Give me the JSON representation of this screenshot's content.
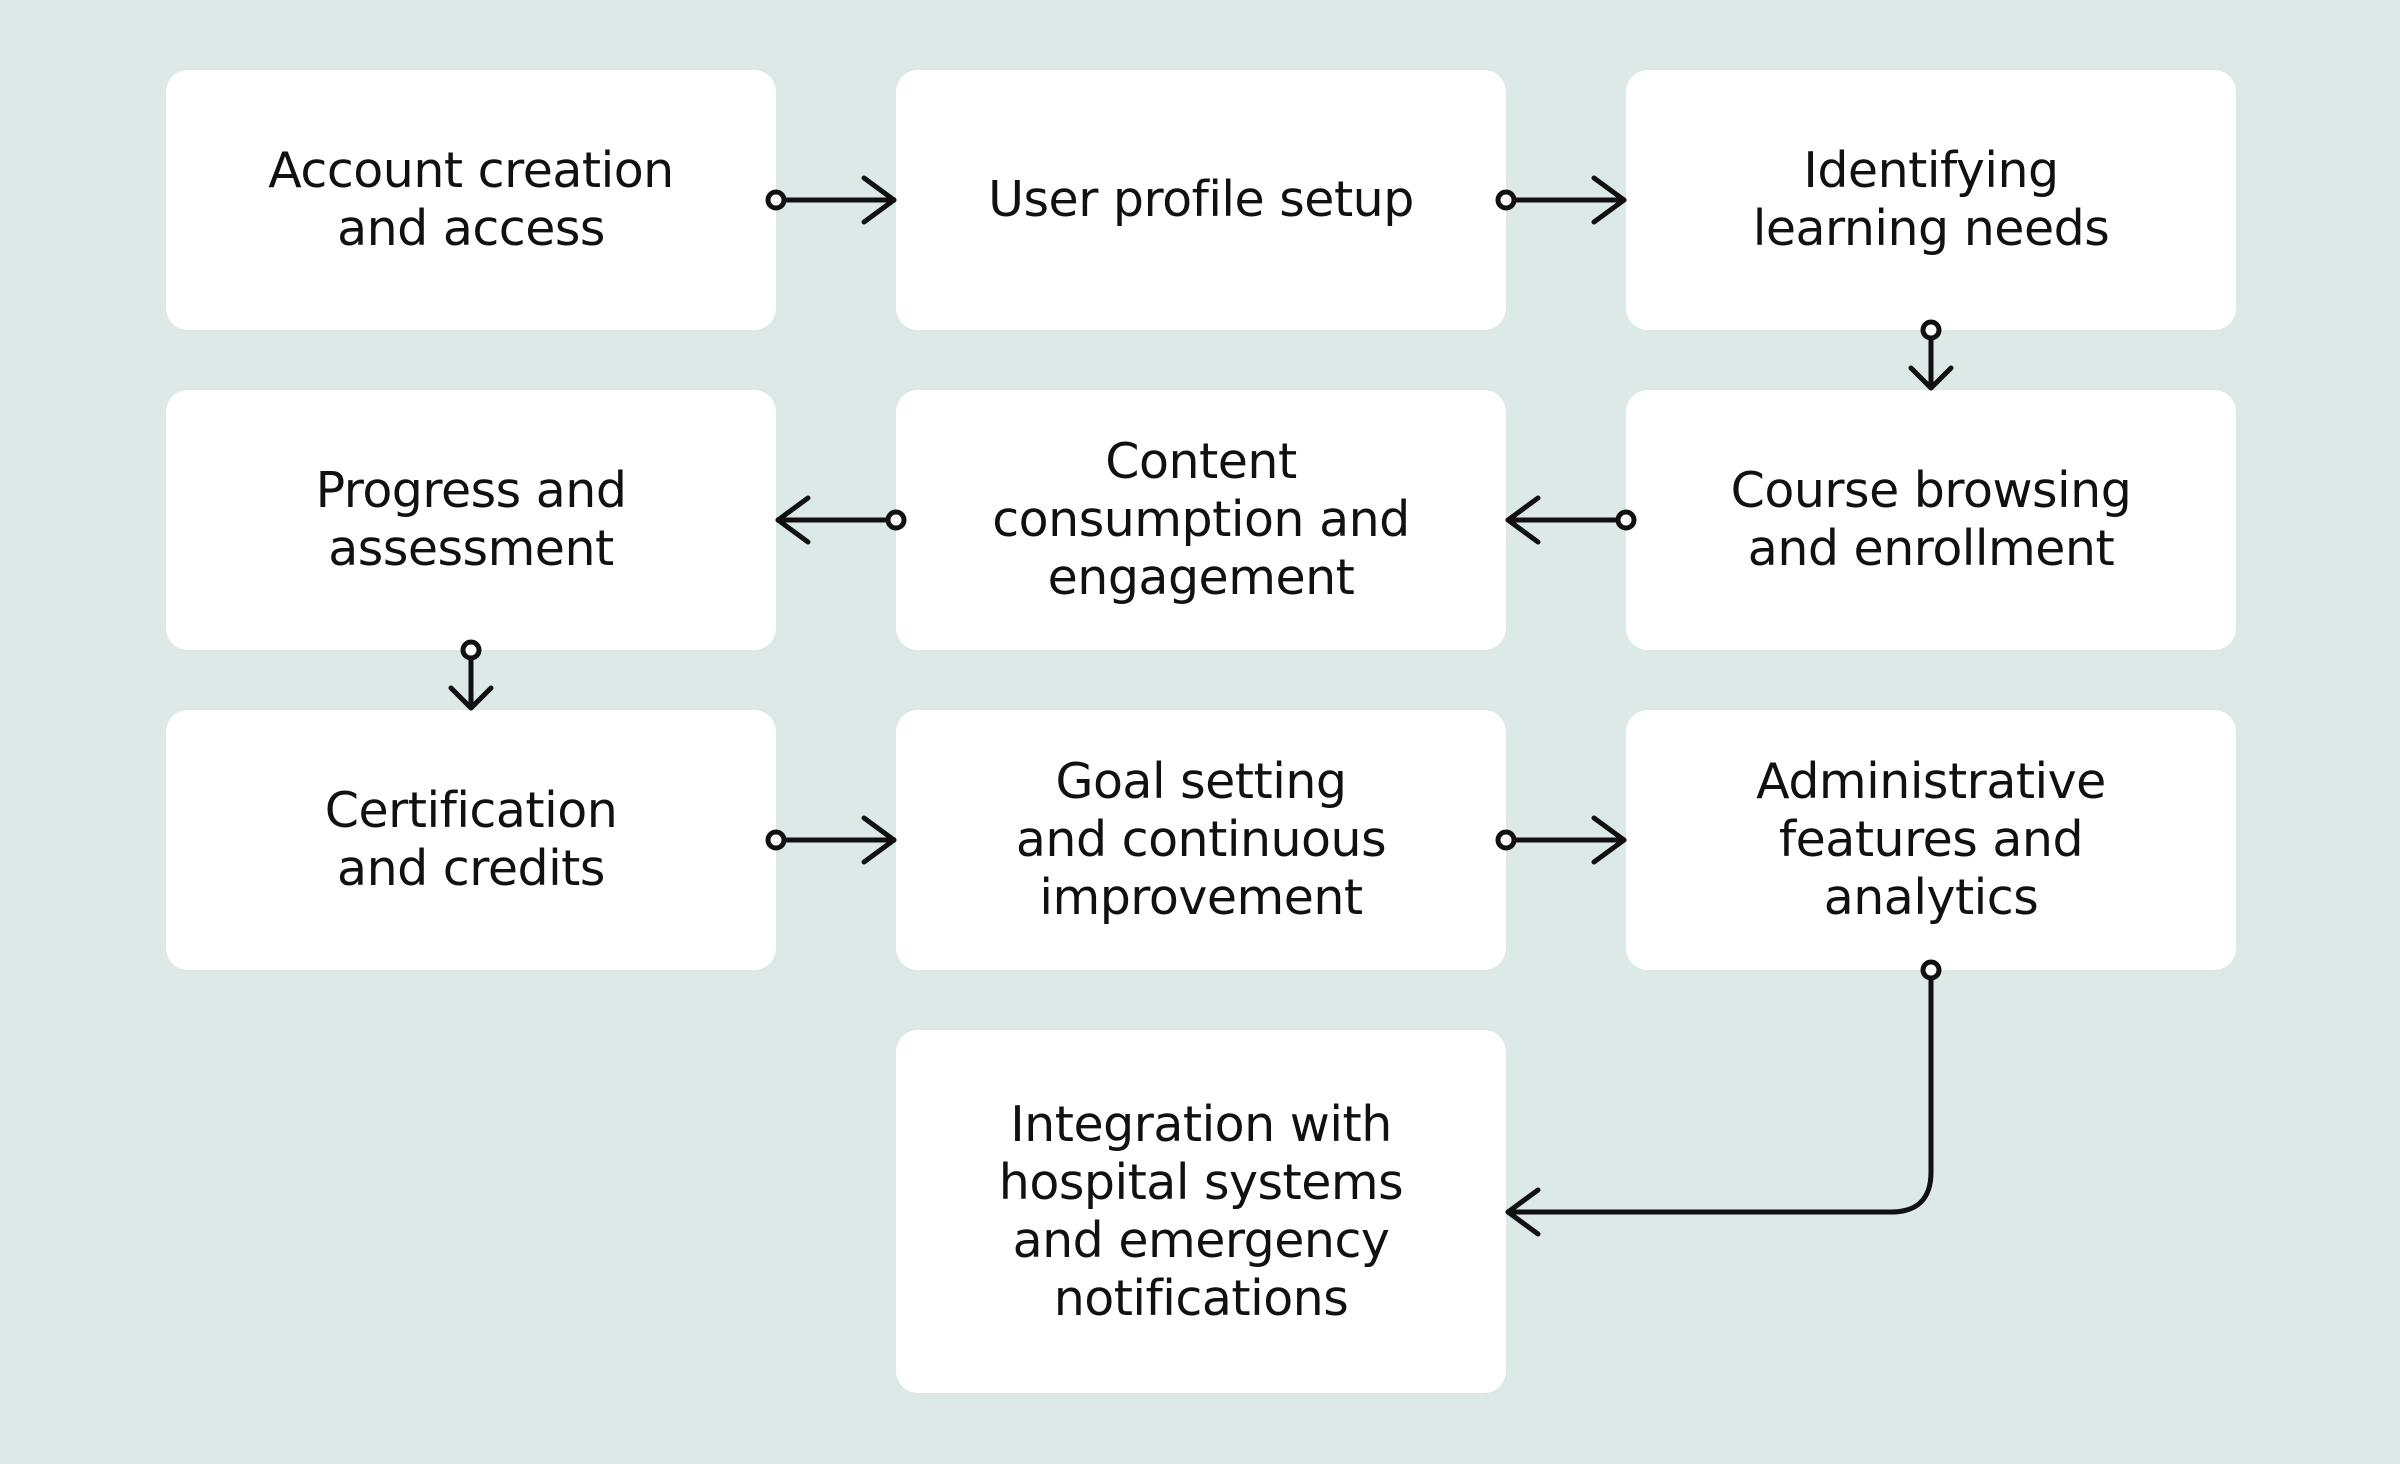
{
  "diagram": {
    "steps": [
      {
        "label": "Account creation\nand access"
      },
      {
        "label": "User profile setup"
      },
      {
        "label": "Identifying\nlearning needs"
      },
      {
        "label": "Progress and\nassessment"
      },
      {
        "label": "Content\nconsumption and\nengagement"
      },
      {
        "label": "Course browsing\nand enrollment"
      },
      {
        "label": "Certification\nand credits"
      },
      {
        "label": "Goal setting\nand continuous\nimprovement"
      },
      {
        "label": "Administrative\nfeatures and\nanalytics"
      },
      {
        "label": "Integration with\nhospital systems\nand emergency\nnotifications"
      }
    ],
    "colors": {
      "background": "#dde9e6",
      "box": "#ffffff",
      "text": "#111111",
      "connector": "#111111"
    }
  }
}
